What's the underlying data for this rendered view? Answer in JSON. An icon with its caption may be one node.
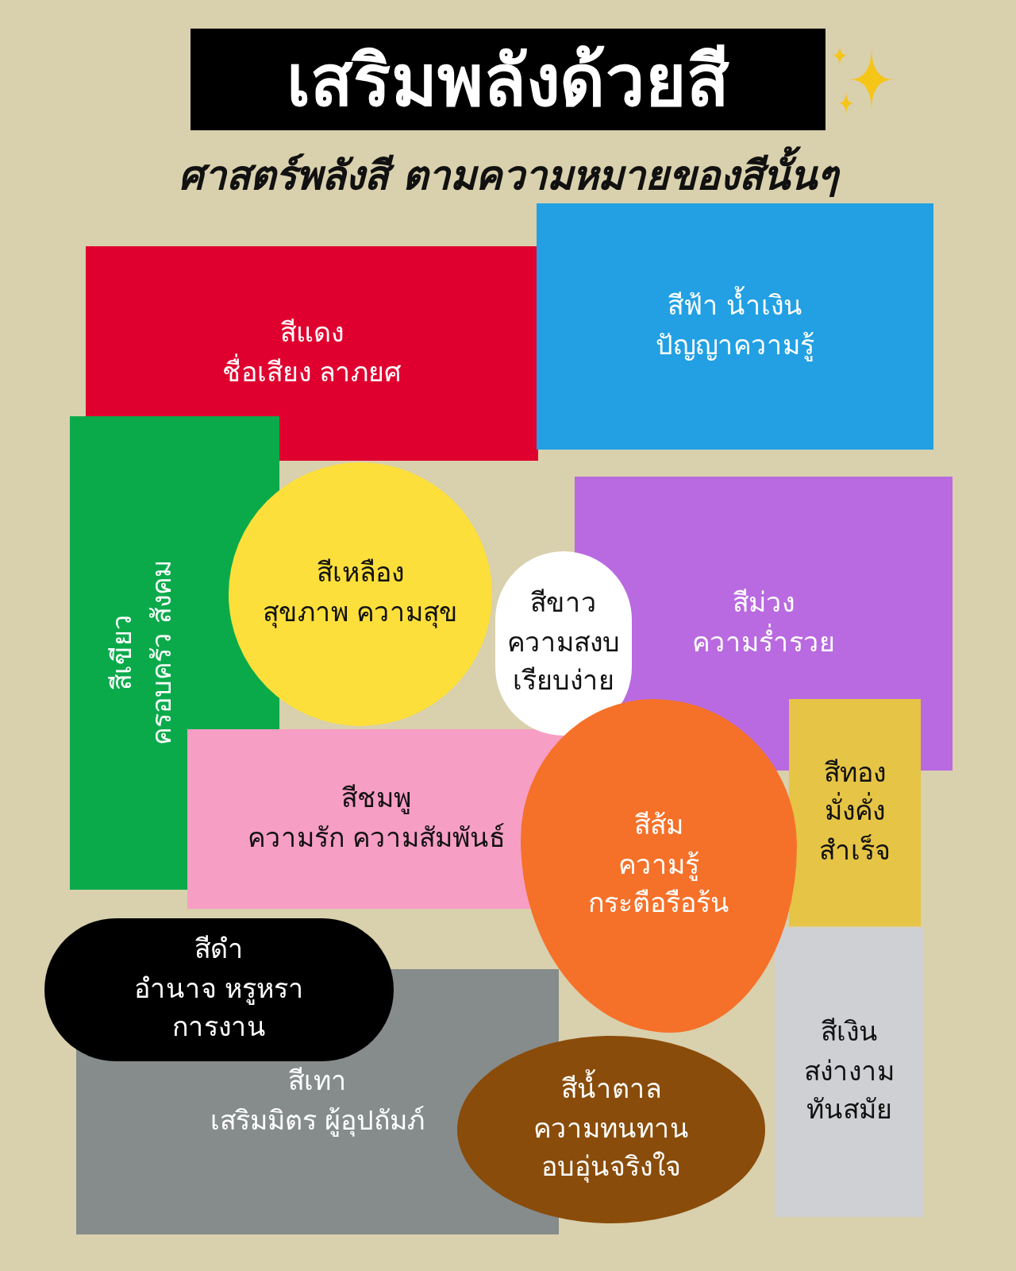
{
  "diagram": {
    "title": "เสริมพลังด้วยสี",
    "nodes": [
      {
        "text": [
          "สีแดง",
          "ชื่อเสียง ลาภยศ"
        ]
      },
      {
        "text": [
          "สีฟ้า น้ำเงิน",
          "ปัญญาความรู้"
        ]
      },
      {
        "text": [
          "สีเขียว",
          "ครอบครัว สังคม"
        ]
      },
      {
        "text": [
          "สีเหลือง",
          "สุขภาพ ความสุข"
        ]
      },
      {
        "text": [
          "สีขาว",
          "ความสงบ เรียบง่าย"
        ]
      },
      {
        "text": [
          "สีม่วง",
          "ความร่ำรวย"
        ]
      },
      {
        "text": [
          "สีชมพู",
          "ความรัก ความสัมพันธ์"
        ]
      },
      {
        "text": [
          "สีส้ม",
          "ความรู้ กระตือรือร้น"
        ]
      },
      {
        "text": [
          "สีทอง",
          "มั่งคั่ง สำเร็จ"
        ]
      },
      {
        "text": [
          "สีดำ",
          "อำนาจ หรูหรา การงาน"
        ]
      },
      {
        "text": [
          "สีเงิน",
          "สง่างาม ทันสมัย"
        ]
      },
      {
        "text": [
          "สีเทา",
          "เสริมมิตร ผู้อุปถัมภ์"
        ]
      },
      {
        "text": [
          "สีน้ำตาล",
          "ความทนทาน อบอุ่นจริงใจ"
        ]
      }
    ],
    "labels": [
      "ศาสตร์พลังสี ตามความหมายของสีนั้นๆ"
    ]
  }
}
